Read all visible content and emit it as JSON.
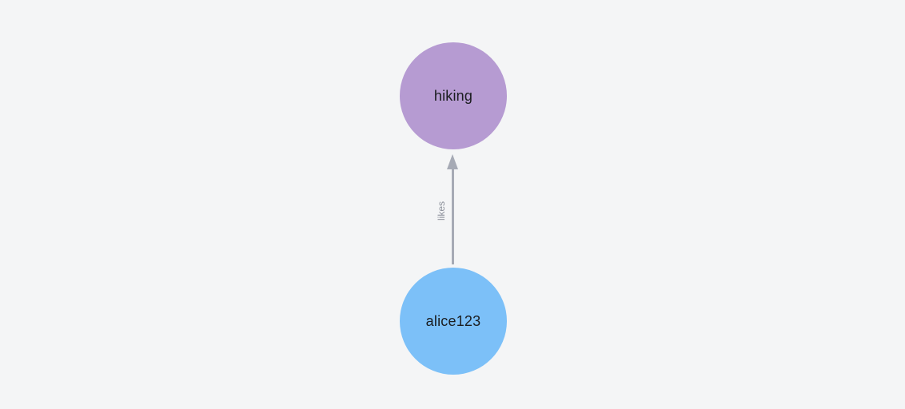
{
  "graph": {
    "background_color": "#f4f5f6",
    "nodes": [
      {
        "id": "hiking",
        "label": "hiking",
        "color": "#b69bd2",
        "text_color": "#1b1d20"
      },
      {
        "id": "alice123",
        "label": "alice123",
        "color": "#7cc0f8",
        "text_color": "#1b1d20"
      }
    ],
    "edges": [
      {
        "from": "alice123",
        "to": "hiking",
        "label": "likes",
        "color": "#a6aab5",
        "label_color": "#8e929c",
        "direction": "up"
      }
    ]
  }
}
